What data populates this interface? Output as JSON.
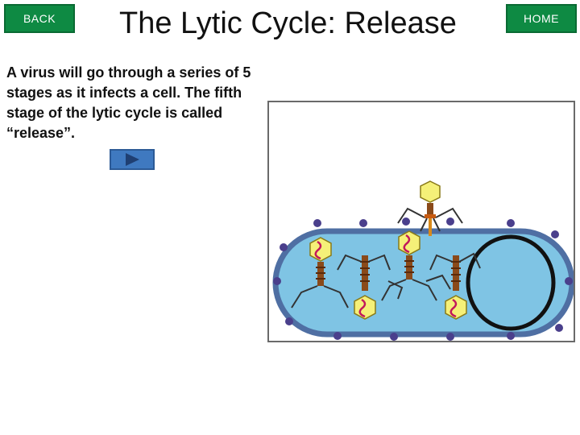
{
  "nav": {
    "back_label": "BACK",
    "home_label": "HOME"
  },
  "slide": {
    "title": "The Lytic Cycle: Release",
    "description": "A virus will go through a series of 5 stages as it infects a cell. The fifth stage of the lytic cycle is called “release”."
  },
  "icons": {
    "play": "play-triangle-icon"
  },
  "colors": {
    "nav_bg": "#0e8a43",
    "play_bg": "#3f79c0",
    "cell_fill": "#7fc4e4",
    "cell_membrane": "#4f6fa3",
    "virus_head": "#f5f078",
    "dna": "#c2185b"
  }
}
